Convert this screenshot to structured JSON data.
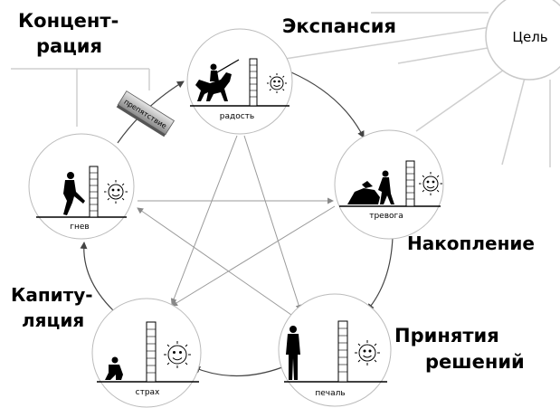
{
  "goal": {
    "label": "Цель"
  },
  "stages": {
    "concentration": {
      "line1": "Концент-",
      "line2": "рация"
    },
    "expansion": {
      "label": "Экспансия"
    },
    "accumulation": {
      "label": "Накопление"
    },
    "decisions": {
      "line1": "Принятия",
      "line2": "решений"
    },
    "capitulation": {
      "line1": "Капиту-",
      "line2": "ляция"
    }
  },
  "emotions": {
    "joy": "радость",
    "anxiety": "тревога",
    "sadness": "печаль",
    "fear": "страх",
    "anger": "гнев"
  },
  "obstacle": {
    "label": "препятствие"
  }
}
